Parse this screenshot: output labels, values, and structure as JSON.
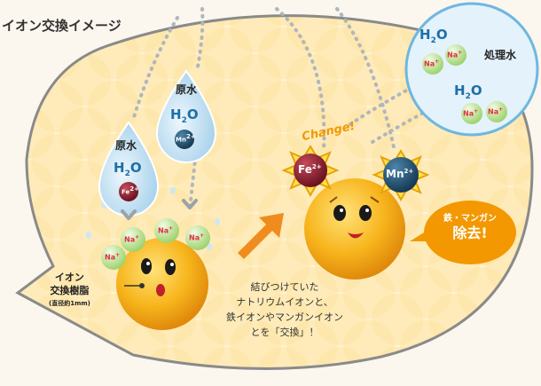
{
  "title": "イオン交換イメージ",
  "labels": {
    "raw_water": "原水",
    "processed_water": "処理水",
    "change": "Change!",
    "resin_line1": "イオン",
    "resin_line2": "交換樹脂",
    "resin_size": "(直径約1mm)"
  },
  "molecules": {
    "h2o": "H",
    "h2o_sub": "2",
    "h2o_tail": "O",
    "fe": "Fe",
    "fe_charge": "2+",
    "mn": "Mn",
    "mn_charge": "2+",
    "na": "Na",
    "na_charge": "+"
  },
  "caption": {
    "line1": "結びつけていた",
    "line2": "ナトリウムイオンと、",
    "line3": "鉄イオンやマンガンイオン",
    "line4": "とを「交換」！"
  },
  "removal_badge": {
    "line1": "鉄・マンガン",
    "line2": "除去!"
  },
  "colors": {
    "background": "#fbf6ee",
    "bubble_fill": "#fde9b8",
    "water_drop": "#d6ebf7",
    "processed_circle": "#dff0fa",
    "resin_ball": "#f7b51c",
    "fe_ion": "#8b1d2c",
    "mn_ion": "#1f4f70",
    "na_ion": "#bfe39a",
    "arrow": "#f08c1e",
    "badge": "#f39800"
  }
}
